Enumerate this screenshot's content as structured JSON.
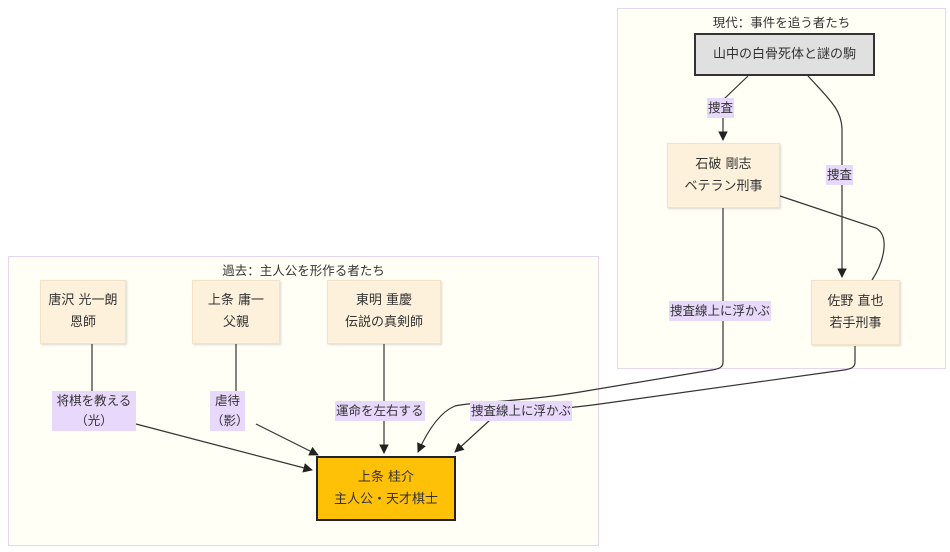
{
  "clusters": {
    "present": {
      "title": "現代：事件を追う者たち"
    },
    "past": {
      "title": "過去：主人公を形作る者たち"
    }
  },
  "nodes": {
    "case": {
      "line1": "山中の白骨死体と謎の駒"
    },
    "ishiba": {
      "line1": "石破 剛志",
      "line2": "ベテラン刑事"
    },
    "sano": {
      "line1": "佐野 直也",
      "line2": "若手刑事"
    },
    "karasawa": {
      "line1": "唐沢 光一朗",
      "line2": "恩師"
    },
    "yoichi": {
      "line1": "上条 庸一",
      "line2": "父親"
    },
    "tomei": {
      "line1": "東明 重慶",
      "line2": "伝説の真剣師"
    },
    "keisuke": {
      "line1": "上条 桂介",
      "line2": "主人公・天才棋士"
    }
  },
  "edges": {
    "case_ishiba": "捜査",
    "case_sano": "捜査",
    "ishiba_keisuke": "捜査線上に浮かぶ",
    "sano_keisuke": "捜査線上に浮かぶ",
    "karasawa_keisuke": {
      "line1": "将棋を教える",
      "line2": "（光）"
    },
    "yoichi_keisuke": {
      "line1": "虐待",
      "line2": "（影）"
    },
    "tomei_keisuke": "運命を左右する"
  },
  "colors": {
    "node": "#fdf1dc",
    "protagonist": "#ffc107",
    "case": "#e0e0e0",
    "edge_label": "#e8d8fb"
  }
}
